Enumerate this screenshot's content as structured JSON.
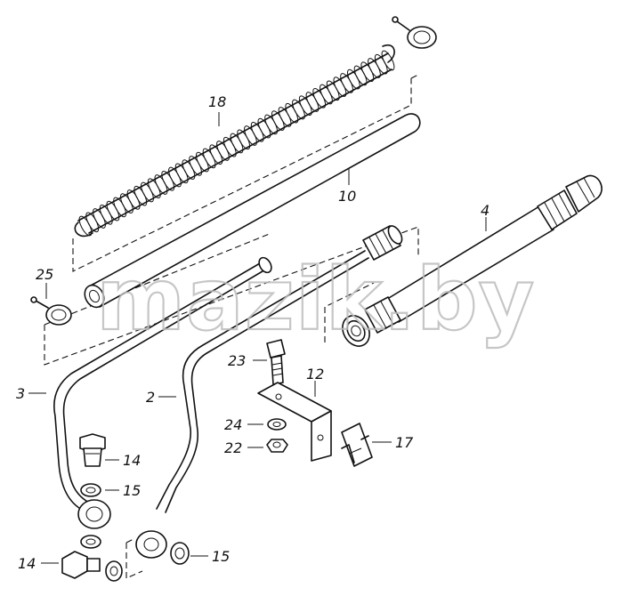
{
  "diagram": {
    "callouts": [
      {
        "id": "c18",
        "label": "18"
      },
      {
        "id": "c10",
        "label": "10"
      },
      {
        "id": "c4",
        "label": "4"
      },
      {
        "id": "c25",
        "label": "25"
      },
      {
        "id": "c23",
        "label": "23"
      },
      {
        "id": "c12",
        "label": "12"
      },
      {
        "id": "c3",
        "label": "3"
      },
      {
        "id": "c2",
        "label": "2"
      },
      {
        "id": "c24",
        "label": "24"
      },
      {
        "id": "c22",
        "label": "22"
      },
      {
        "id": "c17",
        "label": "17"
      },
      {
        "id": "c14a",
        "label": "14"
      },
      {
        "id": "c15a",
        "label": "15"
      },
      {
        "id": "c14b",
        "label": "14"
      },
      {
        "id": "c15b",
        "label": "15"
      }
    ],
    "watermark": "mazik.by"
  }
}
